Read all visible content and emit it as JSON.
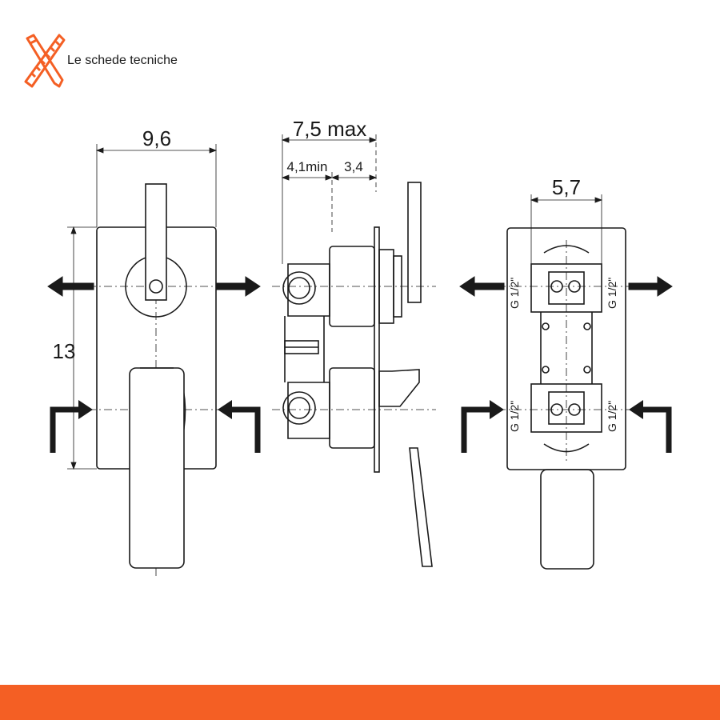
{
  "brand": {
    "name": "Le schede tecniche",
    "accent_color": "#f45f24"
  },
  "drawing": {
    "front_view": {
      "width_label": "9,6",
      "height_label": "13"
    },
    "side_view": {
      "depth_label": "7,5 max",
      "min_label": "4,1min",
      "offset_label": "3,4"
    },
    "back_view": {
      "spacing_label": "5,7",
      "thread_labels": [
        "G 1/2\"",
        "G 1/2\"",
        "G 1/2\"",
        "G 1/2\""
      ]
    }
  },
  "footer": {
    "color": "#f45f24"
  }
}
